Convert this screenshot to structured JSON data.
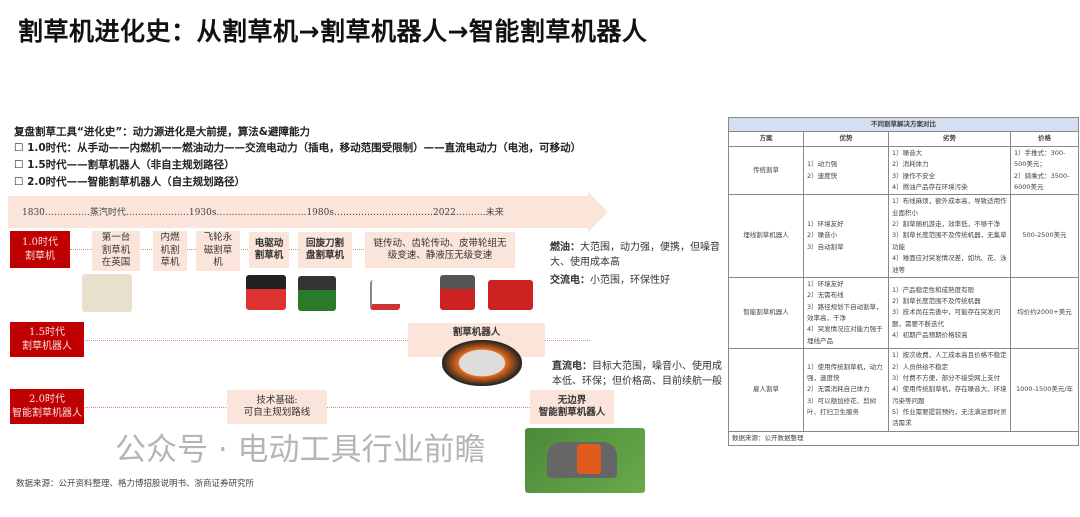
{
  "title": "割草机进化史：从割草机→割草机器人→智能割草机器人",
  "intro": {
    "heading": "复盘割草工具“进化史”：动力源进化是大前提，算法&避障能力",
    "bullets": [
      "1.0时代：从手动——内燃机——燃油动力——交流电动力（插电，移动范围受限制）——直流电动力（电池，可移动）",
      "1.5时代——割草机器人（非自主规划路径）",
      "2.0时代——智能割草机器人（自主规划路径）"
    ]
  },
  "timeline": {
    "labels": [
      "1830",
      "蒸汽时代",
      "1930s",
      "1980s",
      "2022",
      "未来"
    ]
  },
  "eras": [
    {
      "label": "1.0时代\n割草机",
      "items": [
        "第一台\n割草机\n在英国",
        "内燃\n机割\n草机",
        "飞轮永\n磁割草\n机",
        "电驱动\n割草机",
        "回旋刀割\n盘割草机",
        "链传动、齿轮传动、皮带轮组无\n级变速、静液压无级变速"
      ]
    },
    {
      "label": "1.5时代\n割草机器人",
      "items": [
        "割草机器人"
      ]
    },
    {
      "label": "2.0时代\n智能割草机器人",
      "items": [
        "技术基础:\n可自主规划路线",
        "无边界\n智能割草机器人"
      ]
    }
  ],
  "notes": {
    "fuel_label": "燃油：",
    "fuel": "大范围，动力强，便携，但噪音大、使用成本高",
    "ac_label": "交流电：",
    "ac": "小范围，环保性好",
    "dc_label": "直流电：",
    "dc": "目标大范围，噪音小、使用成本低、环保；但价格高、目前续航一般"
  },
  "source": "数据来源：公开资料整理、格力博招股说明书、浙商证券研究所",
  "table": {
    "title": "不同割草解决方案对比",
    "headers": [
      "方案",
      "优势",
      "劣势",
      "价格"
    ],
    "rows": [
      {
        "name": "传统割草",
        "pros": [
          "1）动力强",
          "2）速度快"
        ],
        "cons": [
          "1）噪音大",
          "2）消耗体力",
          "3）操作不安全",
          "4）燃油产品存在环境污染"
        ],
        "price": "1）手推式：300-500美元；\n2）骑乘式：3500-6000美元"
      },
      {
        "name": "埋线割草机器人",
        "pros": [
          "1）环境友好",
          "2）噪音小",
          "3）自动割草"
        ],
        "cons": [
          "1）布线麻烦，额外成本高，导致适用作业面积小",
          "2）割草随机游走，效率低，不够干净",
          "3）割草长度范围不及传统机器，无集草功能",
          "4）难面应对突发情况差，如坑、花、泳池等"
        ],
        "price": "500-2500美元"
      },
      {
        "name": "智能割草机器人",
        "pros": [
          "1）环境友好",
          "2）无需布线",
          "3）路径规划下自动割草，效率高，干净",
          "4）突发情况应对能力强于埋线产品"
        ],
        "cons": [
          "1）产品稳定性和成熟度有限",
          "2）割草长度范围不及传统机器",
          "3）技术尚在完善中，可能存在突发问题，需要不断迭代",
          "4）初期产品预期价格较高"
        ],
        "price": "均价约2000+美元"
      },
      {
        "name": "雇人割草",
        "pros": [
          "1）使用传统割草机，动力强，速度快",
          "2）无需消耗自己体力",
          "3）可以额加修花、剪树叶、打扫卫生服务"
        ],
        "cons": [
          "1）按次收费，人工成本高且价格不稳定",
          "2）人员供给不稳定",
          "3）付费不方便，部分不接受网上支付",
          "4）使用传统割草机，存在噪音大、环境污染等问题",
          "5）作业需要提前预约，无法满足即时灵活需求"
        ],
        "price": "1000-1500美元/年"
      }
    ],
    "source": "数据来源：公开数据整理"
  },
  "watermark": "公众号 · 电动工具行业前瞻",
  "colors": {
    "era": "#c00000",
    "box": "#fbe4d9",
    "table_header": "#d6dff0"
  }
}
